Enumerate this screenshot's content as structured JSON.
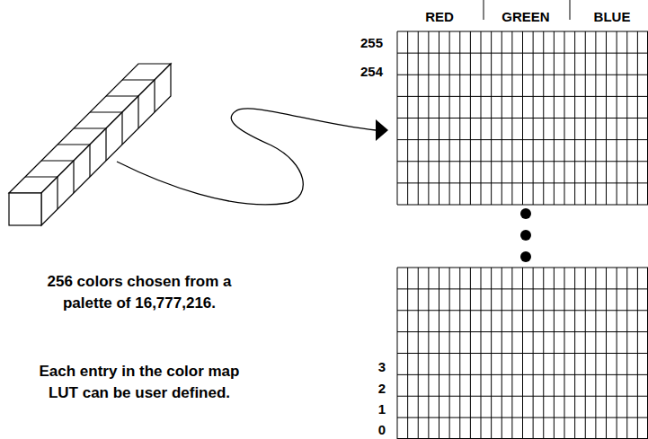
{
  "diagram": {
    "labels": [
      "RED",
      "GREEN",
      "BLUE",
      "255",
      "254",
      "3",
      "2",
      "1",
      "0",
      "256 colors chosen from a palette of 16,777,216.",
      "Each entry in the color map LUT can be user defined."
    ]
  }
}
